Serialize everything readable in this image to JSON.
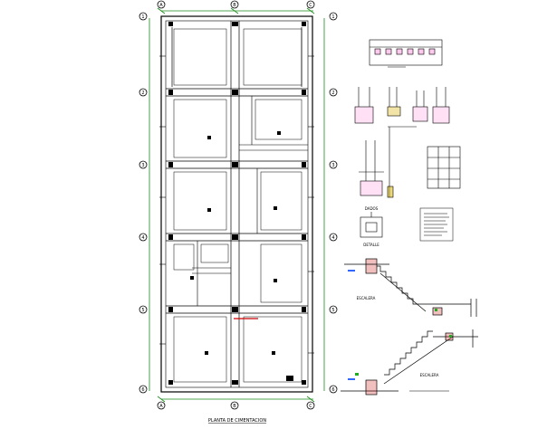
{
  "drawing": {
    "plan_title": "PLANTA DE CIMENTACION",
    "grid_letters": [
      "A",
      "B",
      "C"
    ],
    "grid_numbers": [
      "1",
      "2",
      "3",
      "4",
      "5",
      "6"
    ],
    "details": {
      "dado_label": "DADOS",
      "detail_label": "DETALLE",
      "stair_label_1": "ESCALERA",
      "stair_label_2": "ESCALERA"
    }
  },
  "colors": {
    "line": "#000000",
    "dim": "#1a8c1a",
    "hatch": "#ff66cc",
    "section": "#cc0000",
    "accent_yellow": "#d9b100",
    "marker_blue": "#3366ff",
    "marker_green": "#22aa22"
  }
}
